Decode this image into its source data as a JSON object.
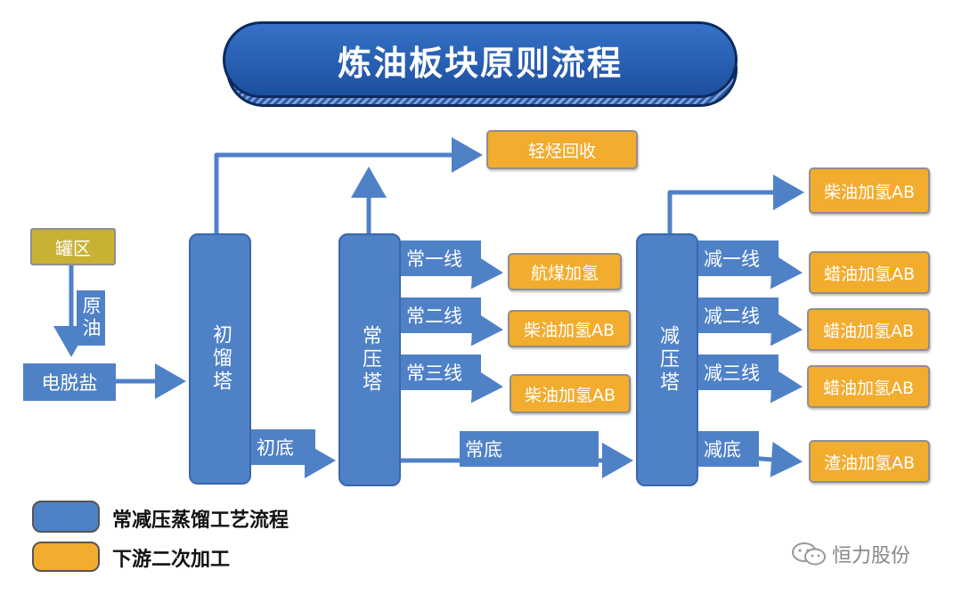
{
  "title": "炼油板块原则流程",
  "towers": {
    "initial": "初馏塔",
    "atmospheric": "常压塔",
    "vacuum": "减压塔"
  },
  "inputs": {
    "tank": "罐区",
    "crude": "原油",
    "desalter": "电脱盐"
  },
  "streams": {
    "initial_bottom": "初底",
    "atm_line1": "常一线",
    "atm_line2": "常二线",
    "atm_line3": "常三线",
    "atm_bottom": "常底",
    "vac_line1": "减一线",
    "vac_line2": "减二线",
    "vac_line3": "减三线",
    "vac_bottom": "减底"
  },
  "units": {
    "light_hc": "轻烃回收",
    "jet_hydro": "航煤加氢",
    "diesel_a": "柴油加氢AB",
    "diesel_b": "柴油加氢AB",
    "diesel_vac": "柴油加氢AB",
    "wax1": "蜡油加氢AB",
    "wax2": "蜡油加氢AB",
    "wax3": "蜡油加氢AB",
    "residue": "渣油加氢AB"
  },
  "legend": {
    "blue": "常减压蒸馏工艺流程",
    "orange": "下游二次加工"
  },
  "watermark": "恒力股份",
  "colors": {
    "blue": "#4f81c7",
    "orange": "#f2ac2e",
    "tank": "#c9b134",
    "title": "#1d4f9f"
  }
}
